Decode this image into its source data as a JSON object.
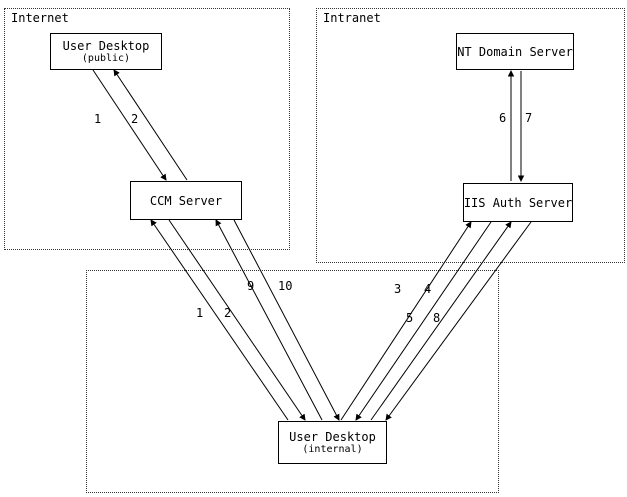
{
  "colors": {
    "background": "#ffffff",
    "line": "#000000",
    "text": "#000000"
  },
  "zones": {
    "internet": {
      "label": "Internet"
    },
    "intranet": {
      "label": "Intranet"
    }
  },
  "nodes": {
    "user_desktop_public": {
      "title": "User Desktop",
      "subtitle": "(public)"
    },
    "ccm_server": {
      "title": "CCM Server"
    },
    "nt_domain_server": {
      "title": "NT Domain Server"
    },
    "iis_auth_server": {
      "title": "IIS Auth Server"
    },
    "user_desktop_internal": {
      "title": "User Desktop",
      "subtitle": "(internal)"
    }
  },
  "edge_labels": {
    "public_ccm_step1": "1",
    "public_ccm_step2": "2",
    "internal_ccm_step1": "1",
    "internal_ccm_step2": "2",
    "internal_ccm_step9": "9",
    "internal_ccm_step10": "10",
    "internal_iis_step3": "3",
    "internal_iis_step4": "4",
    "internal_iis_step5": "5",
    "internal_iis_step8": "8",
    "iis_nt_step6": "6",
    "iis_nt_step7": "7"
  }
}
